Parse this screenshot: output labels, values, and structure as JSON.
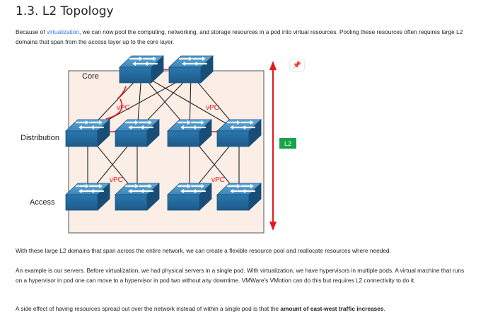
{
  "page": {
    "title": "1.3. L2 Topology",
    "p1_text_1": "Because of ",
    "p1_link": "virtualization",
    "p1_text_2": ", we can now pool the computing, networking, and storage resources in a pod into virtual resources. Pooling these resources often requires large L2 domains that span from the access layer up to the core layer.",
    "p2": "With these large L2 domains that span across the entire network, we can create a flexible resource pool and reallocate resources where needed.",
    "p3": "An example is our servers. Before virtualization, we had physical servers in a single pod. With virtualization, we have hypervisors in multiple pods. A virtual machine that runs on a hypervisor in pod one can move to a hypervisor in pod two without any downtime. VMWare's VMotion can do this but requires L2 connectivity to do it.",
    "p4_text": "A side effect of having resources spread out over the network instead of within a single pod is that the ",
    "p4_bold": "amount of east-west traffic increases",
    "p4_end": "."
  },
  "diagram": {
    "label_core": "Core",
    "label_distribution": "Distribution",
    "label_access": "Access",
    "vpc": "vPC",
    "l2_badge": "L2",
    "colors": {
      "background": "#fbeee6",
      "switch": "#2f7fb5",
      "vpc": "#e8161b",
      "l2_badge": "#17a34a",
      "arrow": "#e8161b"
    }
  },
  "pin_icon": "pin-icon"
}
